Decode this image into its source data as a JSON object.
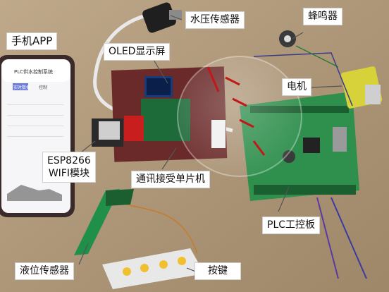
{
  "labels": {
    "phone_app": "手机APP",
    "oled": "OLED显示屏",
    "pressure_sensor": "水压传感器",
    "buzzer": "蜂鸣器",
    "motor": "电机",
    "esp_line1": "ESP8266",
    "esp_line2": "WIFI模块",
    "mcu": "通讯接受单片机",
    "plc": "PLC工控板",
    "level_sensor": "液位传感器",
    "keys": "按键"
  },
  "phone": {
    "title": "PLC供水控制系统",
    "tab_active": "实时数据",
    "tab_other": "控制"
  },
  "colors": {
    "table": "#b39a79",
    "plc_board": "#2f8f4d",
    "proto_board": "#6b2a2a",
    "motor": "#d8d23a",
    "callout_line": "#555555"
  }
}
